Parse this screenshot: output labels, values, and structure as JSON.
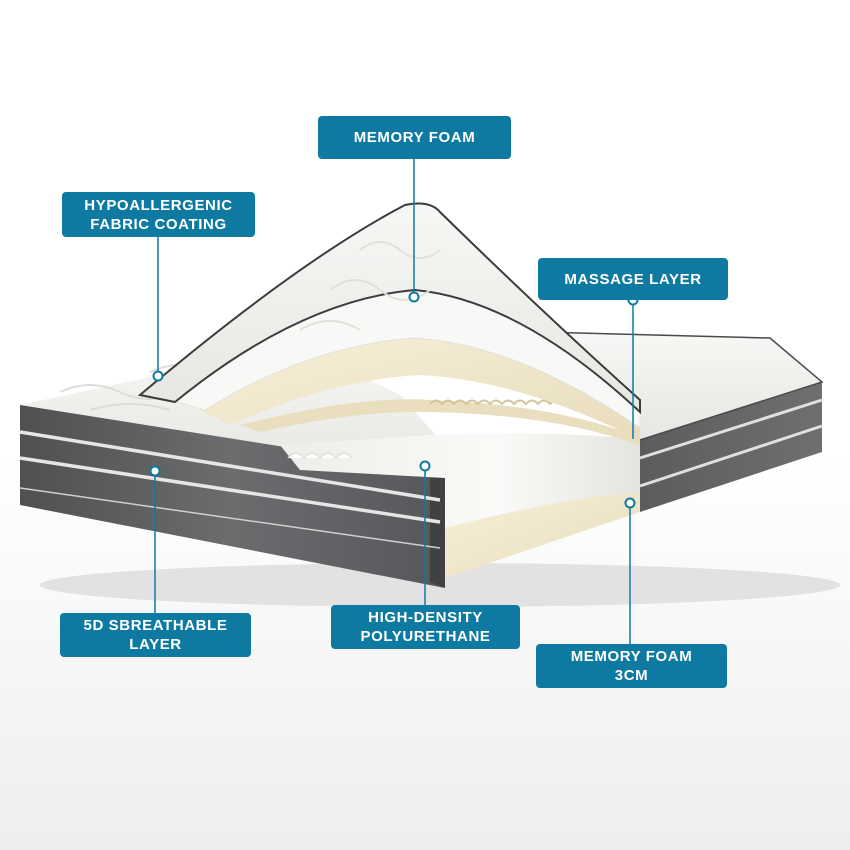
{
  "colors": {
    "accent": "#0f7aa1",
    "pointer_dot": "#ffffff",
    "cover_fabric": "#f1f1ef",
    "side_fabric": "#5f6163",
    "side_stripe": "#d9d9d9",
    "memory_foam": "#f3ead2",
    "polyurethane": "#f4f4f0"
  },
  "labels": {
    "memory_foam_top": {
      "lines": [
        "MEMORY FOAM"
      ]
    },
    "hypoallergenic": {
      "lines": [
        "HYPOALLERGENIC",
        "FABRIC COATING"
      ]
    },
    "massage_layer": {
      "lines": [
        "MASSAGE LAYER"
      ]
    },
    "breathable_layer": {
      "lines": [
        "5D SBREATHABLE",
        "LAYER"
      ]
    },
    "high_density": {
      "lines": [
        "HIGH-DENSITY",
        "POLYURETHANE"
      ]
    },
    "memory_foam_3cm": {
      "lines": [
        "MEMORY FOAM",
        "3CM"
      ]
    }
  }
}
